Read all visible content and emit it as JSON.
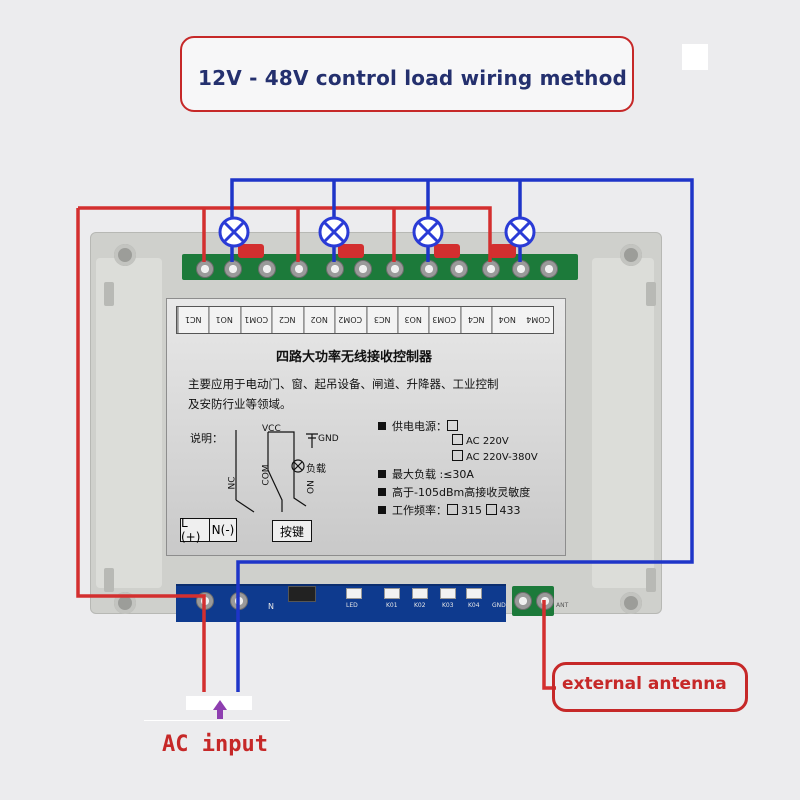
{
  "title": "12V - 48V control load wiring method",
  "pins": [
    "NC1",
    "NO1",
    "COM1",
    "NC2",
    "NO2",
    "COM2",
    "NC3",
    "NO3",
    "COM3",
    "NC4",
    "NO4",
    "COM4"
  ],
  "panel": {
    "title": "四路大功率无线接收控制器",
    "usage_line1": "主要应用于电动门、窗、起吊设备、闸道、升降器、工业控制",
    "usage_line2": "及安防行业等领域。",
    "explain": "说明：",
    "vcc": "VCC",
    "gnd": "GND",
    "nc": "NC",
    "com": "COM",
    "no": "NO",
    "load": "负载",
    "power_supply": "供电电源：",
    "ac220": "AC 220V",
    "ac380": "AC 220V-380V",
    "max_load": "最大负载 :≤30A",
    "sensitivity": "高于-105dBm高接收灵敏度",
    "frequency": "工作频率：",
    "f315": "315",
    "f433": "433",
    "l_term": "L (+)",
    "n_term": "N(-)",
    "key": "按键"
  },
  "pcb_labels": [
    "LED",
    "K01",
    "K02",
    "K03",
    "K04",
    "GND",
    "ANT"
  ],
  "pcb_n": "N",
  "ac_input": "AC  input",
  "antenna": "external antenna",
  "colors": {
    "live_wire": "#d32f2f",
    "neutral_wire": "#1e35c8",
    "lamp": "#2a3bd6",
    "callout": "#c62828"
  }
}
